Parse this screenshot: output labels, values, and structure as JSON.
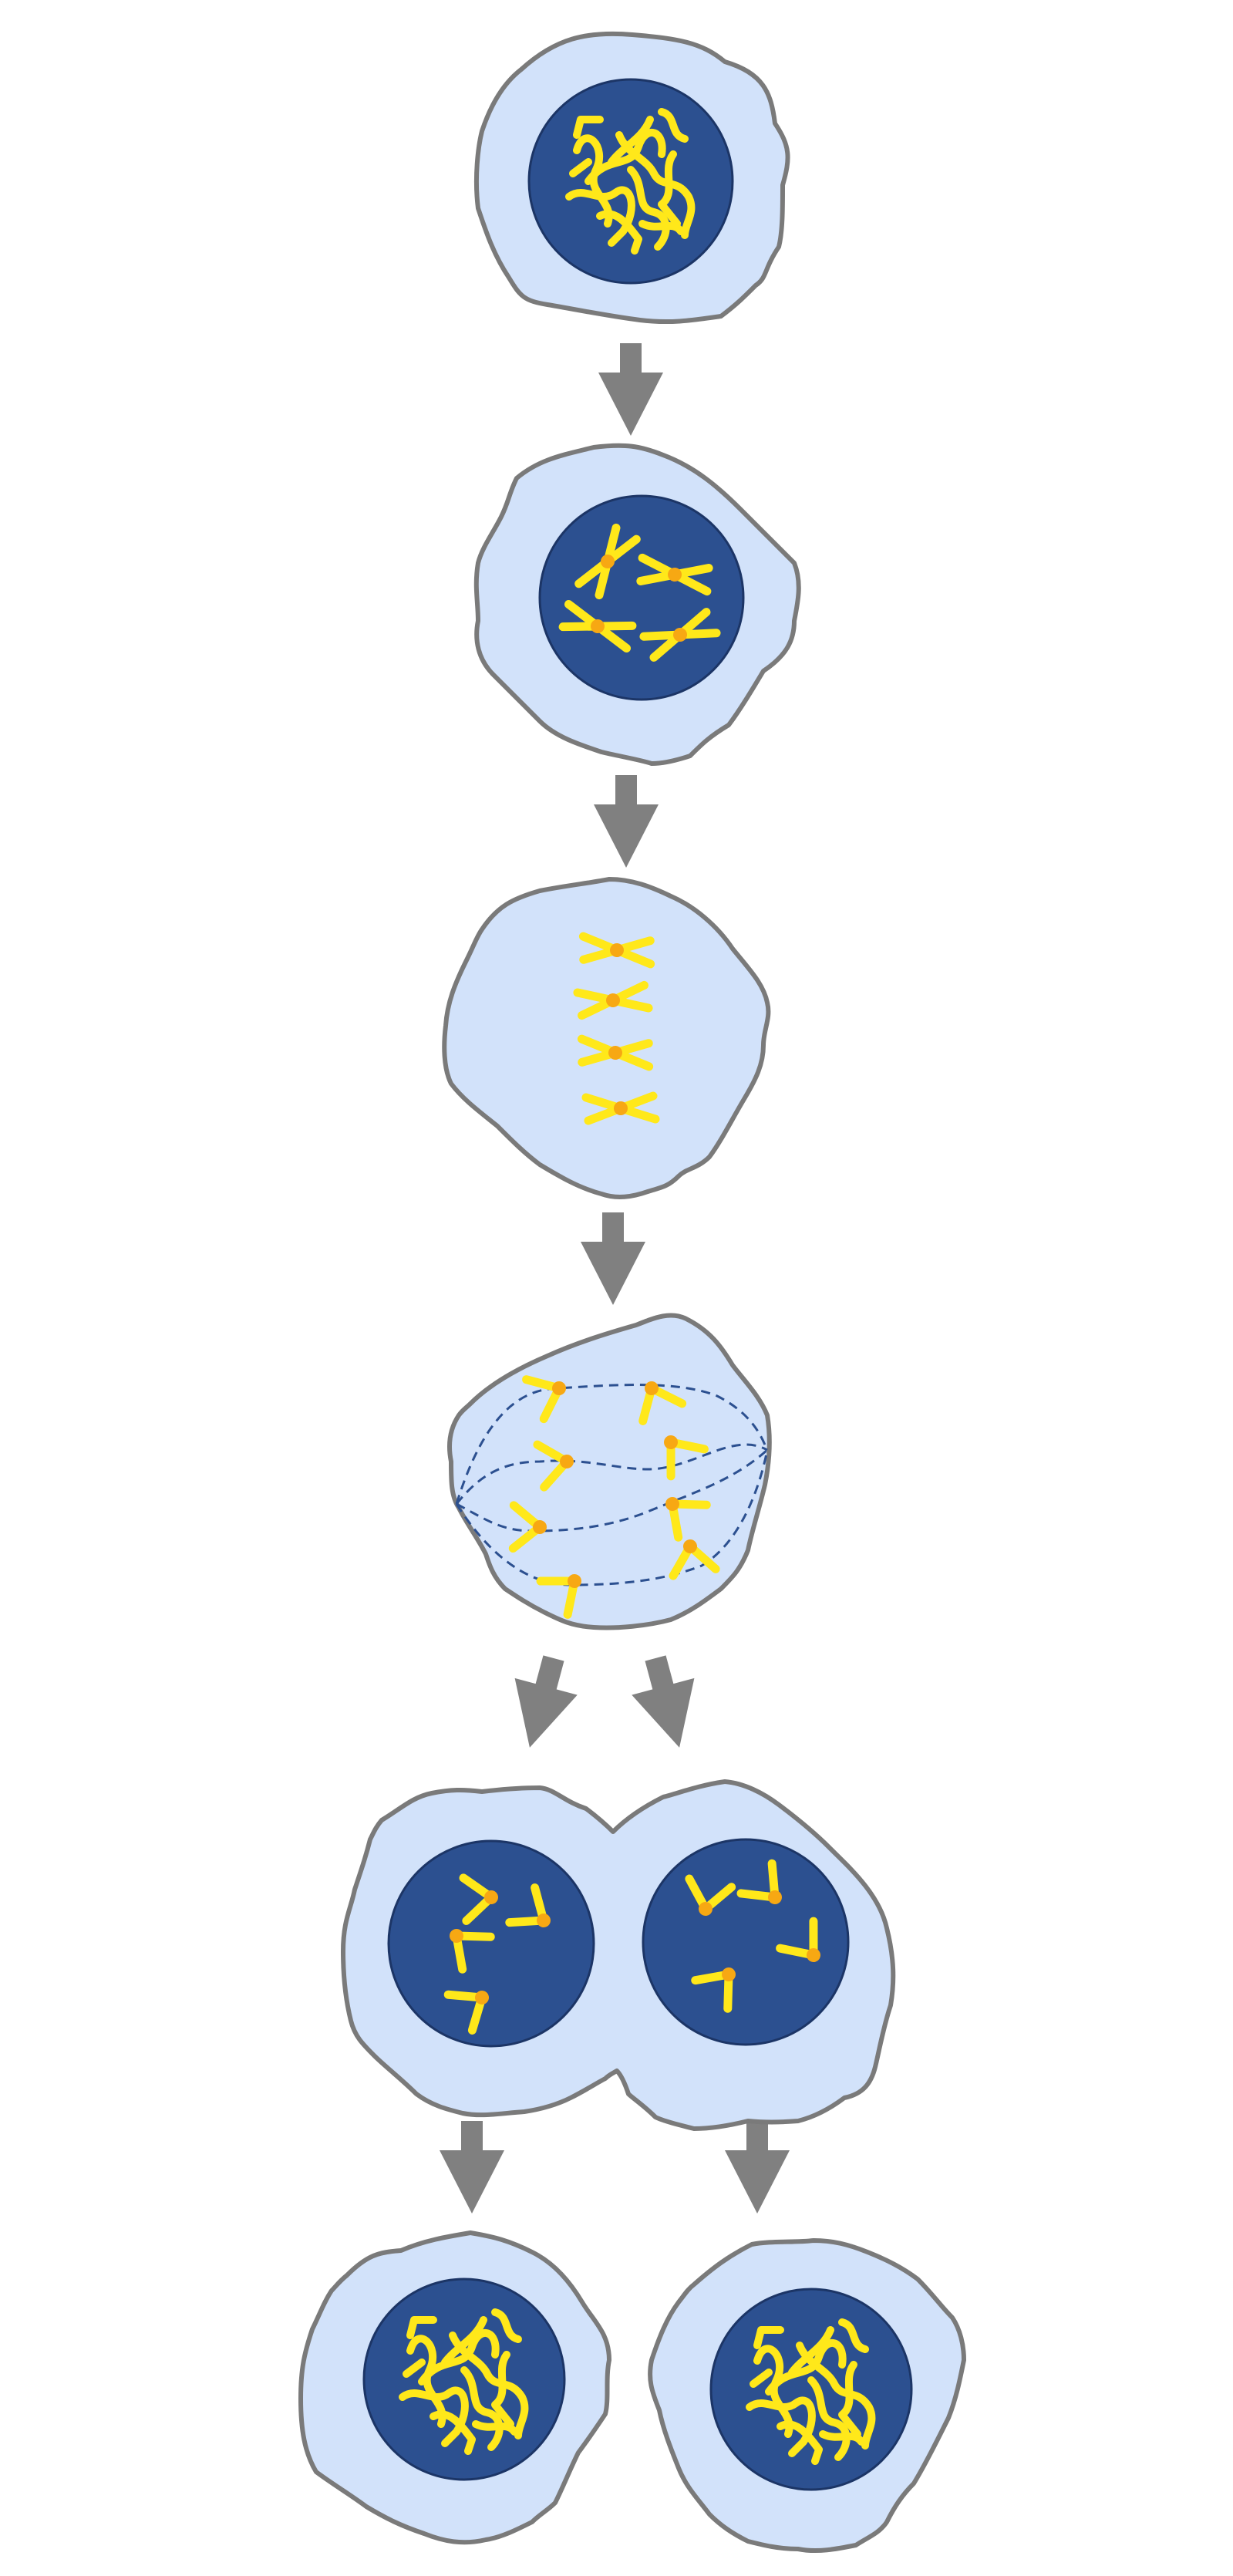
{
  "diagram": {
    "stages": [
      "interphase",
      "prophase",
      "metaphase",
      "anaphase",
      "telophase",
      "daughter-cells"
    ],
    "colors": {
      "cytoplasm": "#d2e2fa",
      "membrane": "#7a7a7a",
      "nucleus": "#2c5090",
      "nucleus_outline": "#1c3566",
      "chromosome": "#ffe81a",
      "centromere": "#f7a813",
      "spindle": "#2c5090",
      "arrow": "#808080"
    },
    "icons": [
      "cell-icon",
      "nucleus-icon",
      "chromosome-icon",
      "arrow-down-icon"
    ]
  }
}
